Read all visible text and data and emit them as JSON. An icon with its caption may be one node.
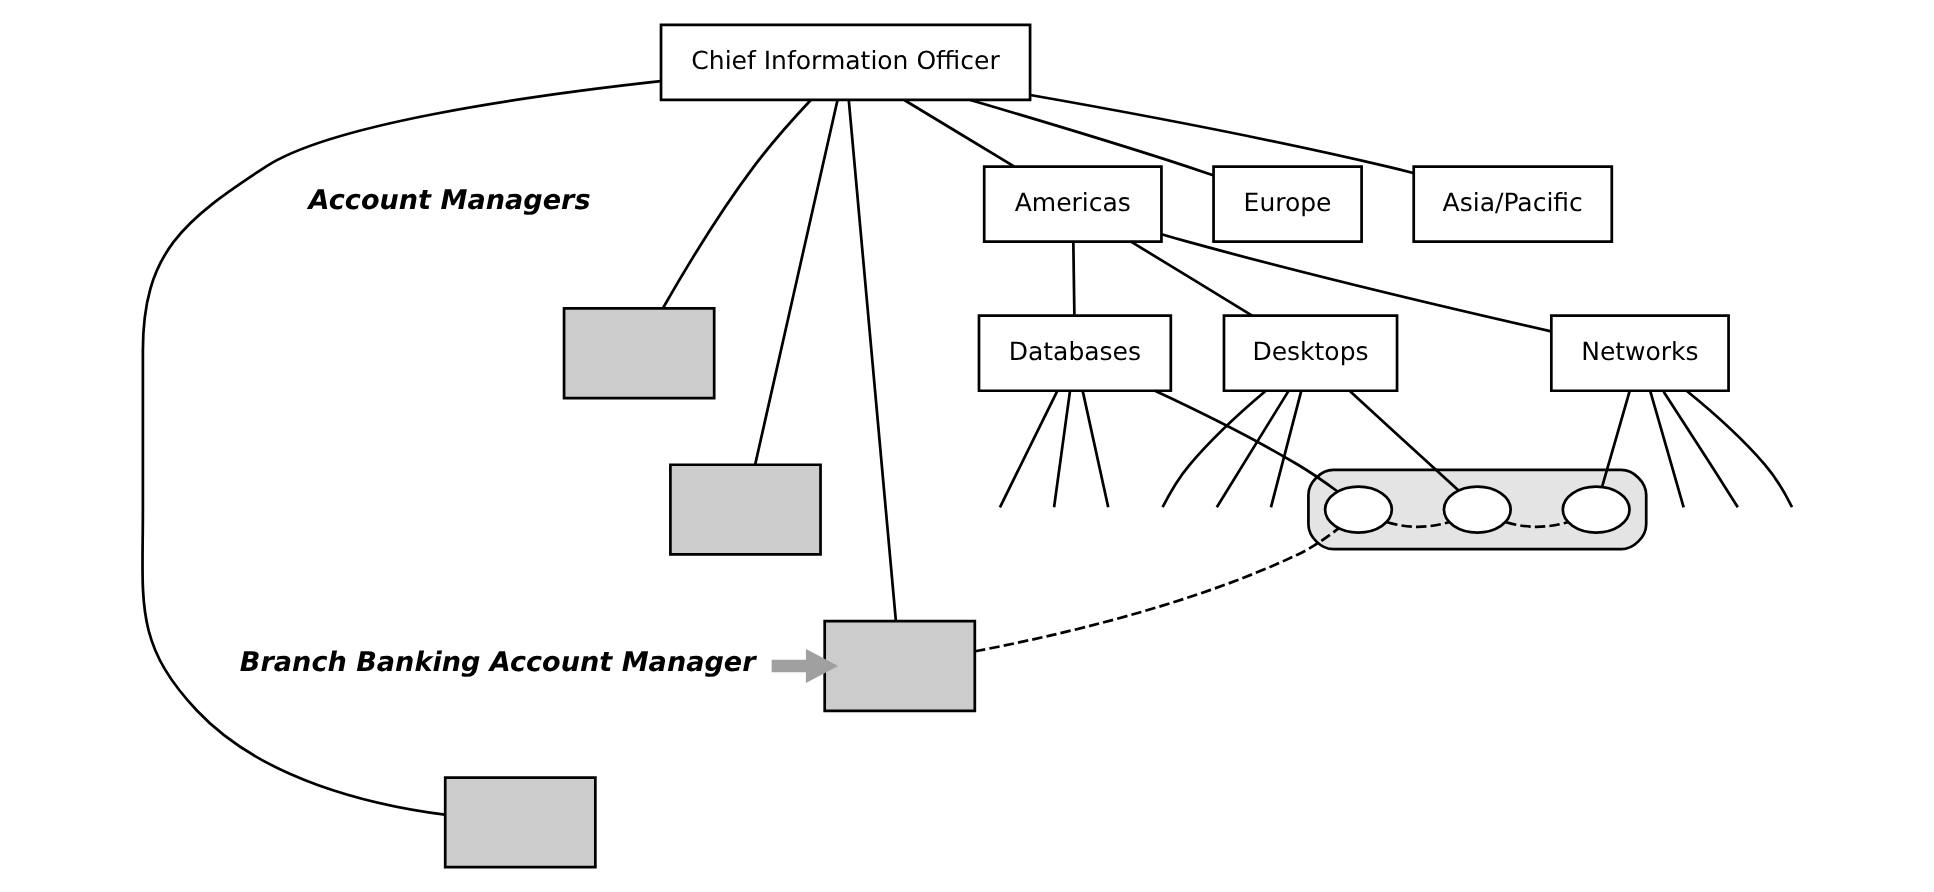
{
  "diagram": {
    "nodes": [
      {
        "text": [
          "Chief Information Officer"
        ]
      },
      {
        "text": [
          "Americas"
        ]
      },
      {
        "text": [
          "Europe"
        ]
      },
      {
        "text": [
          "Asia/Pacific"
        ]
      },
      {
        "text": [
          "Databases"
        ]
      },
      {
        "text": [
          "Desktops"
        ]
      },
      {
        "text": [
          "Networks"
        ]
      },
      {
        "text": [],
        "shape": "box"
      },
      {
        "text": [],
        "shape": "box"
      },
      {
        "text": [],
        "shape": "box"
      },
      {
        "text": [],
        "shape": "box"
      },
      {
        "text": [],
        "shape": "ellipse"
      },
      {
        "text": [],
        "shape": "ellipse",
        "in": 11
      },
      {
        "text": [],
        "shape": "ellipse",
        "in": 11
      },
      {
        "text": [],
        "shape": "ellipse",
        "in": 11
      },
      {
        "text": [
          "Branch Banking Account Manager"
        ]
      }
    ],
    "edges": [
      {
        "from": 0,
        "to": 1,
        "arrow": "none"
      },
      {
        "from": 0,
        "to": 2,
        "arrow": "none"
      },
      {
        "from": 0,
        "to": 3,
        "arrow": "none"
      },
      {
        "from": 0,
        "to": 7,
        "arrow": "none"
      },
      {
        "from": 0,
        "to": 8,
        "arrow": "none"
      },
      {
        "from": 0,
        "to": 9,
        "arrow": "none"
      },
      {
        "from": 0,
        "to": 10,
        "arrow": "none"
      },
      {
        "from": 1,
        "to": 4,
        "arrow": "none"
      },
      {
        "from": 1,
        "to": 5,
        "arrow": "none"
      },
      {
        "from": 1,
        "to": 6,
        "arrow": "none"
      },
      {
        "from": 4,
        "to": null,
        "arrow": "none"
      },
      {
        "from": 4,
        "to": null,
        "arrow": "none"
      },
      {
        "from": 4,
        "to": 12,
        "arrow": "none"
      },
      {
        "from": 4,
        "to": null,
        "arrow": "none"
      },
      {
        "from": 5,
        "to": null,
        "arrow": "none"
      },
      {
        "from": 5,
        "to": 13,
        "arrow": "none"
      },
      {
        "from": 5,
        "to": null,
        "arrow": "none"
      },
      {
        "from": 5,
        "to": null,
        "arrow": "none"
      },
      {
        "from": 6,
        "to": null,
        "arrow": "none"
      },
      {
        "from": 6,
        "to": null,
        "arrow": "none"
      },
      {
        "from": 6,
        "to": null,
        "arrow": "none"
      },
      {
        "from": 6,
        "to": 14,
        "arrow": "none"
      },
      {
        "from": 15,
        "to": 9,
        "arrow": "to",
        "style": "thick",
        "color": "#a0a0a0"
      },
      {
        "from": 9,
        "to": 12,
        "arrow": "none",
        "style": "dashed"
      },
      {
        "from": 12,
        "to": 13,
        "arrow": "none",
        "style": "dashed"
      },
      {
        "from": 13,
        "to": 14,
        "arrow": "none",
        "style": "dashed"
      }
    ],
    "labels": [
      "Account Managers"
    ]
  }
}
